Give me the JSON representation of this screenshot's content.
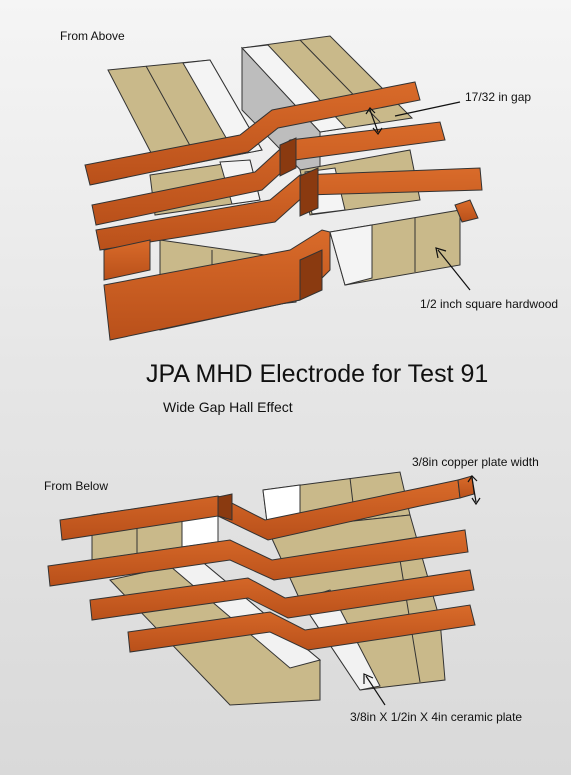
{
  "labels": {
    "from_above": "From Above",
    "gap": "17/32 in gap",
    "hardwood": "1/2 inch square hardwood",
    "title": "JPA MHD Electrode for Test 91",
    "subtitle": "Wide Gap Hall Effect",
    "from_below": "From Below",
    "copper_width": "3/8in copper plate width",
    "ceramic": "3/8in X 1/2in X 4in ceramic plate"
  },
  "colors": {
    "copper": "#c85a1e",
    "copper_dark": "#8a3a10",
    "wood": "#c9b98a",
    "wood_dark": "#a89a70",
    "ceramic": "#f2f2f2",
    "side_gray": "#bdbdbd"
  }
}
